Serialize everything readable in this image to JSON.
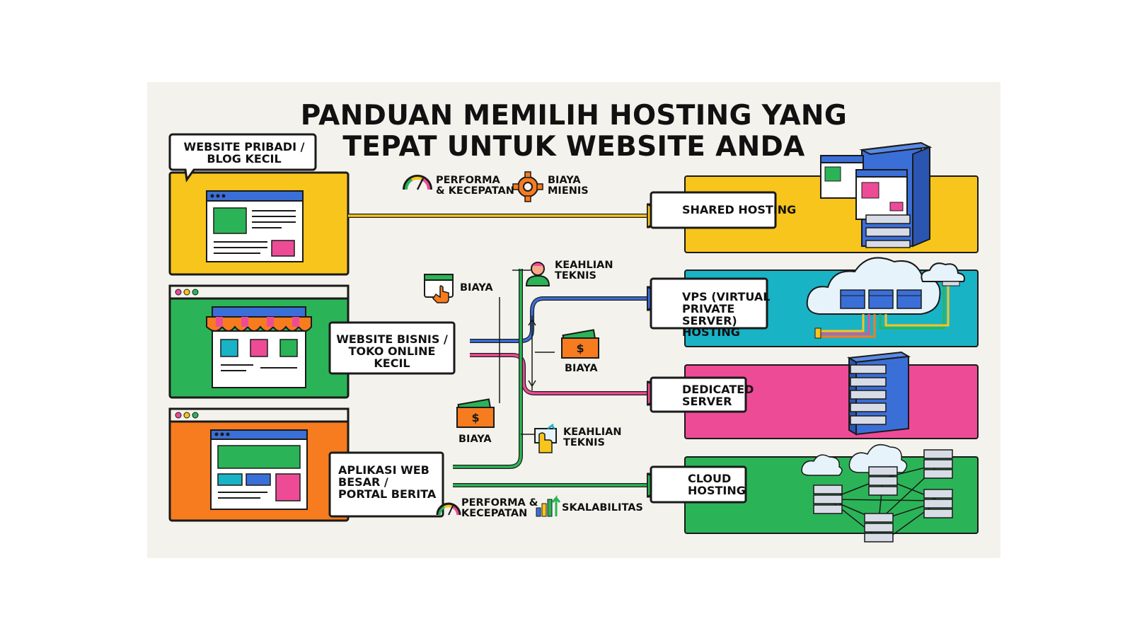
{
  "title": {
    "line1": "PANDUAN MEMILIH HOSTING YANG",
    "line2": "TEPAT UNTUK WEBSITE ANDA"
  },
  "sources": [
    {
      "label": "WEBSITE PRIBADI / BLOG KECIL",
      "lines": [
        "WEBSITE PRIBADI /",
        "BLOG KECIL"
      ],
      "color": "#f7c51c"
    },
    {
      "label": "WEBSITE BISNIS / TOKO ONLINE KECIL",
      "lines": [
        "WEBSITE BISNIS /",
        "TOKO ONLINE",
        "KECIL"
      ],
      "color": "#2bb457"
    },
    {
      "label": "APLIKASI WEB BESAR / PORTAL BERITA",
      "lines": [
        "APLIKASI WEB",
        "BESAR /",
        "PORTAL BERITA"
      ],
      "color": "#f77b1f"
    }
  ],
  "targets": [
    {
      "label": "SHARED HOSTING",
      "lines": [
        "SHARED HOSTING"
      ],
      "color": "#f7c51c"
    },
    {
      "label": "VPS (VIRTUAL PRIVATE SERVER) HOSTING",
      "lines": [
        "VPS (VIRTUAL",
        "PRIVATE SERVER)",
        "HOSTING"
      ],
      "color": "#19b3c6"
    },
    {
      "label": "DEDICATED SERVER",
      "lines": [
        "DEDICATED",
        "SERVER"
      ],
      "color": "#ee4b97"
    },
    {
      "label": "CLOUD HOSTING",
      "lines": [
        "CLOUD",
        "HOSTING"
      ],
      "color": "#2bb457"
    }
  ],
  "factors": {
    "shared_performance": {
      "lines": [
        "PERFORMA",
        "& KECEPATAN"
      ],
      "icon": "speedometer-icon"
    },
    "shared_cost": {
      "lines": [
        "BIAYA",
        "MIENIS"
      ],
      "icon": "gear-icon"
    },
    "vps_expertise": {
      "lines": [
        "KEAHLIAN",
        "TEKNIS"
      ],
      "icon": "person-icon"
    },
    "vps_cost": {
      "lines": [
        "BIAYA"
      ],
      "icon": "click-window-icon"
    },
    "dedicated_cost": {
      "lines": [
        "BIAYA"
      ],
      "icon": "money-icon"
    },
    "cloud_cost": {
      "lines": [
        "BIAYA"
      ],
      "icon": "money-icon"
    },
    "dedicated_expertise": {
      "lines": [
        "KEAHLIAN",
        "TEKNIS"
      ],
      "icon": "hand-tool-icon"
    },
    "cloud_performance": {
      "lines": [
        "PERFORMA &",
        "KECEPATAN"
      ],
      "icon": "speedometer-icon"
    },
    "cloud_scalability": {
      "lines": [
        "SKALABILITAS"
      ],
      "icon": "growth-chart-icon"
    }
  },
  "colors": {
    "yellow": "#f7c51c",
    "green": "#2bb457",
    "orange": "#f77b1f",
    "cyan": "#19b3c6",
    "pink": "#ee4b97",
    "blue": "#3b6fd8",
    "outline": "#1a1a1a"
  }
}
